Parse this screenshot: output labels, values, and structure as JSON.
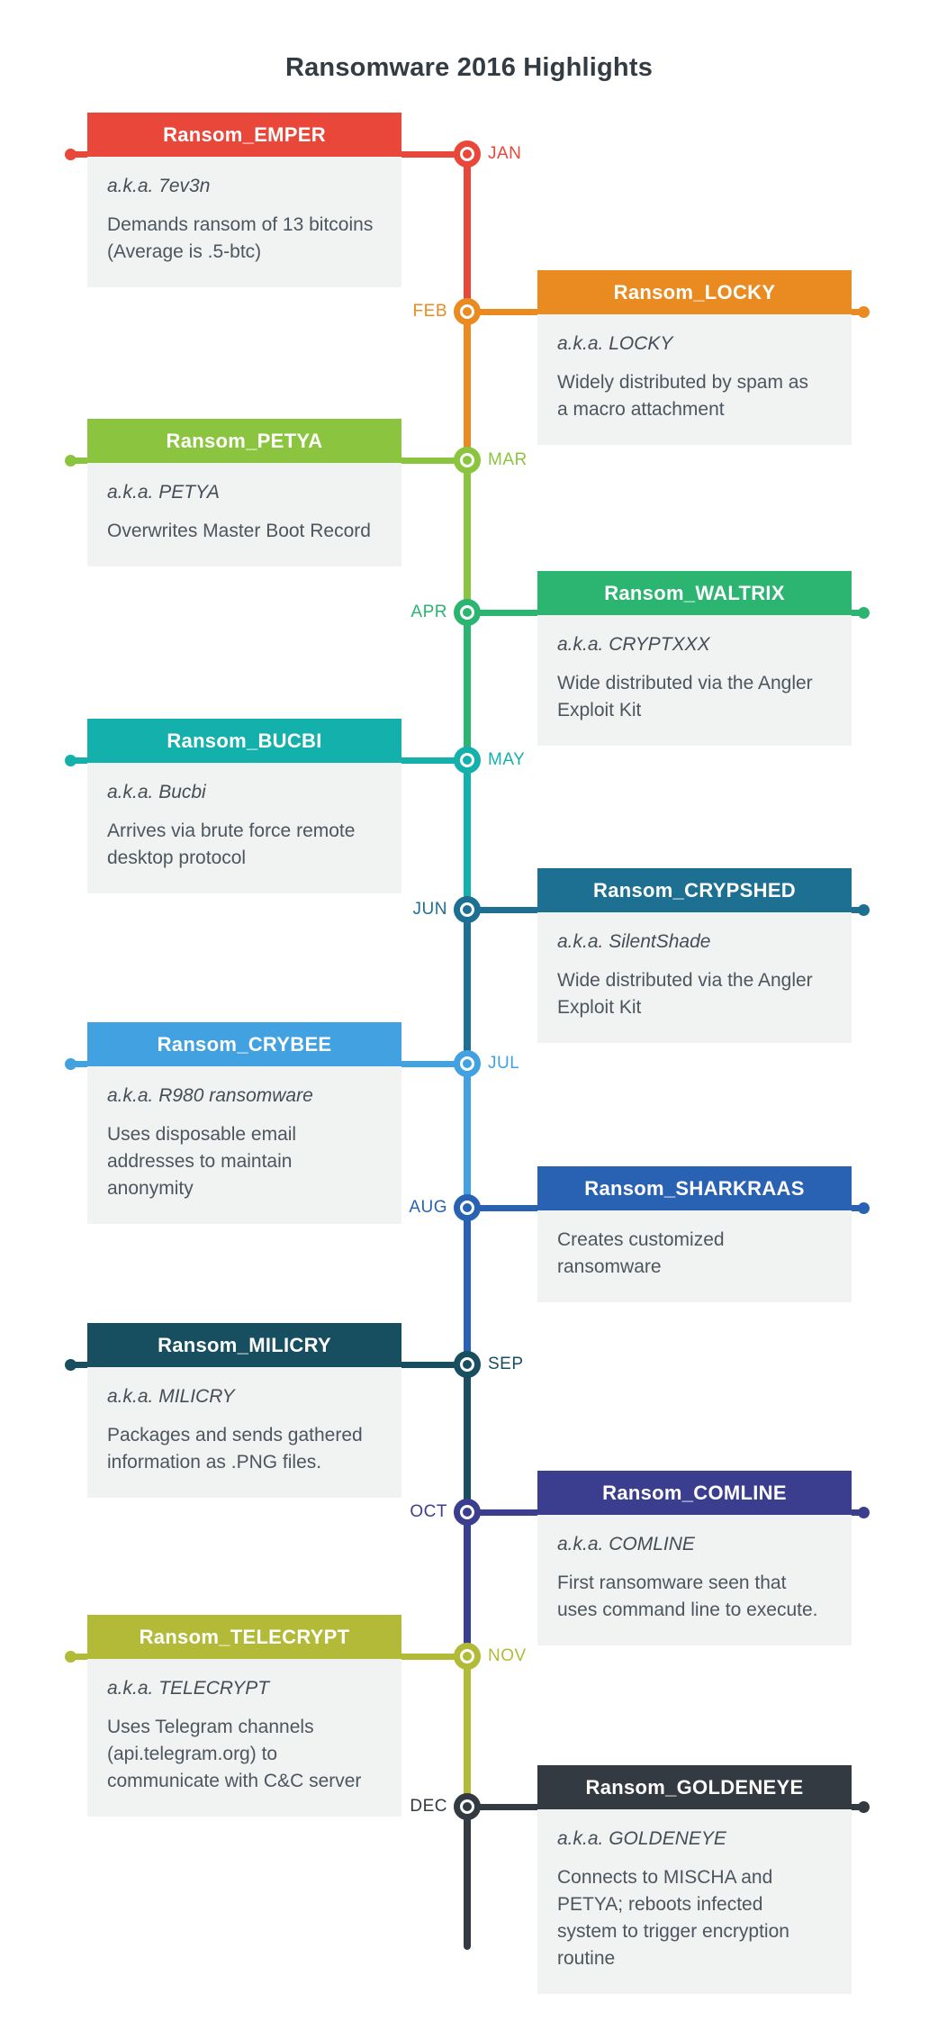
{
  "title": "Ransomware 2016 Highlights",
  "colors": {
    "card_body_bg": "#F1F2F2",
    "body_text": "#4D565E",
    "title_text": "#333B43"
  },
  "timeline": {
    "months": [
      {
        "month": "JAN",
        "color": "#E9473A",
        "side": "left",
        "title": "Ransom_EMPER",
        "aka": "a.k.a. 7ev3n",
        "desc": "Demands ransom of 13 bitcoins (Average is .5-btc)"
      },
      {
        "month": "FEB",
        "color": "#E98B20",
        "side": "right",
        "title": "Ransom_LOCKY",
        "aka": "a.k.a. LOCKY",
        "desc": "Widely distributed by spam as a macro attachment"
      },
      {
        "month": "MAR",
        "color": "#8BC53F",
        "side": "left",
        "title": "Ransom_PETYA",
        "aka": "a.k.a. PETYA",
        "desc": "Overwrites Master Boot Record"
      },
      {
        "month": "APR",
        "color": "#2BB571",
        "side": "right",
        "title": "Ransom_WALTRIX",
        "aka": "a.k.a. CRYPTXXX",
        "desc": "Wide distributed via the Angler Exploit Kit"
      },
      {
        "month": "MAY",
        "color": "#14B1AC",
        "side": "left",
        "title": "Ransom_BUCBI",
        "aka": "a.k.a. Bucbi",
        "desc": "Arrives via brute force remote desktop protocol"
      },
      {
        "month": "JUN",
        "color": "#1E7093",
        "side": "right",
        "title": "Ransom_CRYPSHED",
        "aka": "a.k.a. SilentShade",
        "desc": "Wide distributed via the Angler Exploit Kit"
      },
      {
        "month": "JUL",
        "color": "#42A1E1",
        "side": "left",
        "title": "Ransom_CRYBEE",
        "aka": "a.k.a. R980 ransomware",
        "desc": "Uses disposable email addresses to maintain anonymity"
      },
      {
        "month": "AUG",
        "color": "#2A62B3",
        "side": "right",
        "title": "Ransom_SHARKRAAS",
        "desc": "Creates customized ransomware"
      },
      {
        "month": "SEP",
        "color": "#174F60",
        "side": "left",
        "title": "Ransom_MILICRY",
        "aka": "a.k.a. MILICRY",
        "desc": "Packages and sends gathered information as .PNG files."
      },
      {
        "month": "OCT",
        "color": "#3B3E8F",
        "side": "right",
        "title": "Ransom_COMLINE",
        "aka": "a.k.a. COMLINE",
        "desc": "First ransomware seen that uses command line to execute."
      },
      {
        "month": "NOV",
        "color": "#B2BA37",
        "side": "left",
        "title": "Ransom_TELECRYPT",
        "aka": "a.k.a. TELECRYPT",
        "desc": "Uses Telegram channels (api.telegram.org) to communicate with C&C server"
      },
      {
        "month": "DEC",
        "color": "#333A42",
        "side": "right",
        "title": "Ransom_GOLDENEYE",
        "aka": "a.k.a. GOLDENEYE",
        "desc": "Connects to MISCHA and PETYA; reboots infected system to trigger encryption routine"
      }
    ]
  }
}
